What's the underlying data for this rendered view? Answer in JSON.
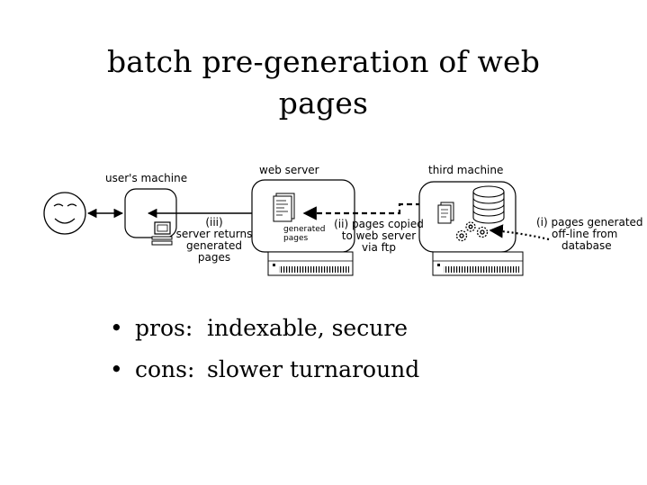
{
  "title": {
    "line1": "batch pre-generation of web",
    "line2": "pages"
  },
  "diagram": {
    "machines": {
      "user": "user's machine",
      "web_server": "web server",
      "third": "third machine"
    },
    "steps": {
      "iii": [
        "(iii)",
        "server returns",
        "generated",
        "pages"
      ],
      "ii": [
        "(ii)  pages copied",
        "to web server",
        "via ftp"
      ],
      "i": [
        "(i)  pages generated",
        "off-line from",
        "database"
      ]
    },
    "generated_pages_label": [
      "generated",
      "pages"
    ],
    "icons": [
      "smiley-face",
      "computer-monitor",
      "document-stack",
      "database-cylinder",
      "gears",
      "server-tower"
    ]
  },
  "bullets": [
    {
      "term": "pros:",
      "text": "indexable, secure"
    },
    {
      "term": "cons:",
      "text": "slower turnaround"
    }
  ]
}
